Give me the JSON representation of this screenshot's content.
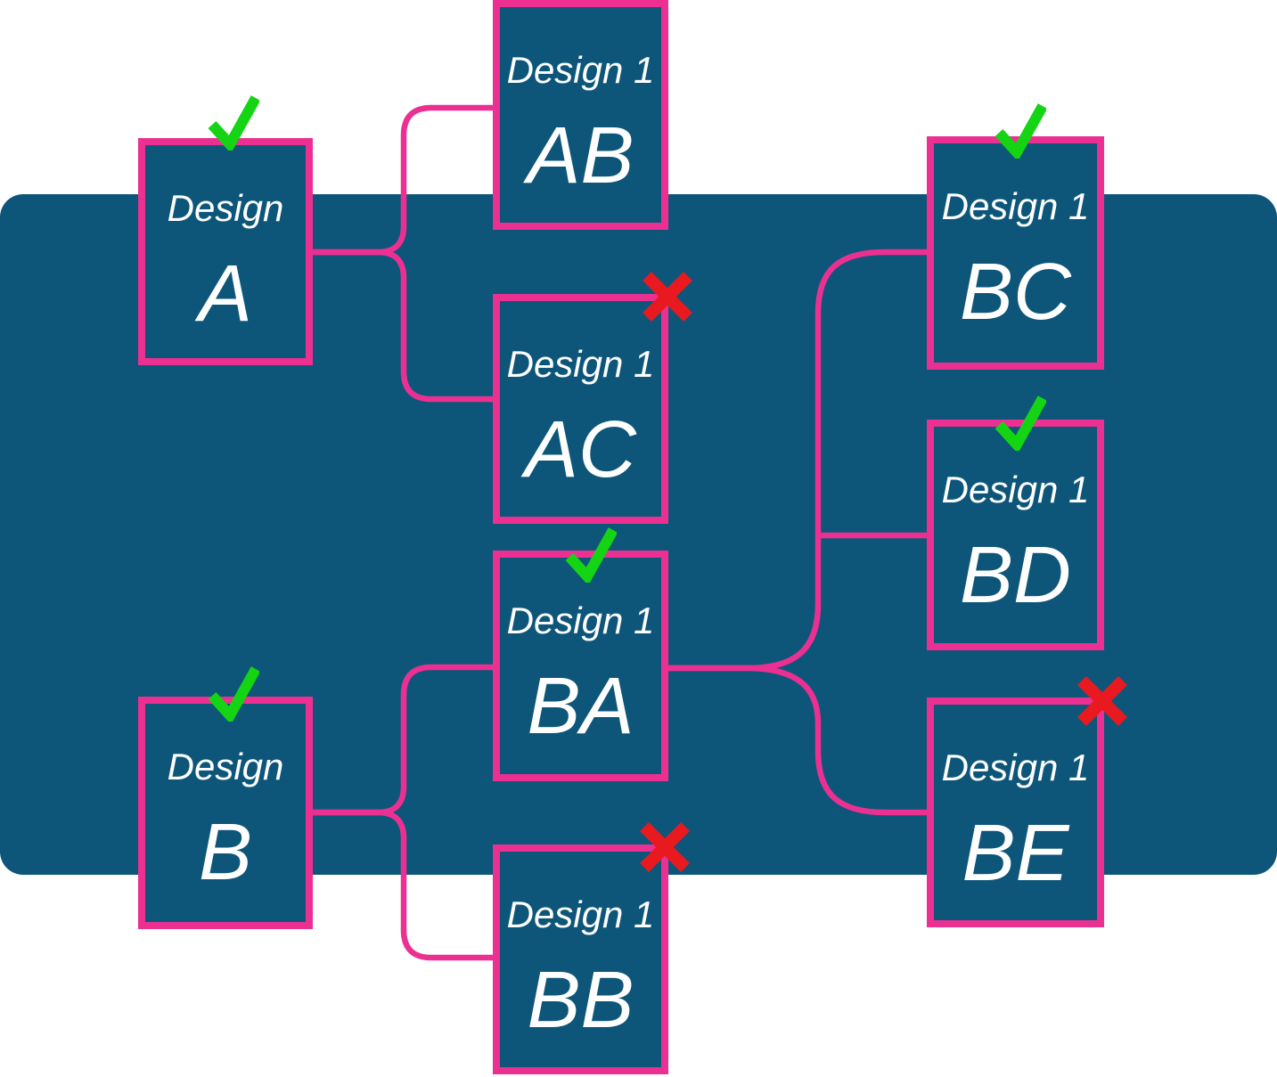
{
  "diagram": {
    "description": "design-variant tree",
    "colors": {
      "panel": "#0d567a",
      "card_fill": "#0d567a",
      "card_border": "#eb3092",
      "connector": "#eb3092",
      "check": "#14d414",
      "cross": "#e8191f",
      "text": "#ffffff",
      "page_background": "#ffffff"
    },
    "icons": {
      "pass": "check-icon",
      "fail": "cross-icon"
    }
  },
  "cards": [
    {
      "id": "A",
      "line1": "Design",
      "line2": "A",
      "status": "pass"
    },
    {
      "id": "AB",
      "line1": "Design 1",
      "line2": "AB",
      "status": "none"
    },
    {
      "id": "AC",
      "line1": "Design 1",
      "line2": "AC",
      "status": "fail"
    },
    {
      "id": "B",
      "line1": "Design",
      "line2": "B",
      "status": "pass"
    },
    {
      "id": "BA",
      "line1": "Design 1",
      "line2": "BA",
      "status": "pass"
    },
    {
      "id": "BB",
      "line1": "Design 1",
      "line2": "BB",
      "status": "fail"
    },
    {
      "id": "BC",
      "line1": "Design 1",
      "line2": "BC",
      "status": "pass"
    },
    {
      "id": "BD",
      "line1": "Design 1",
      "line2": "BD",
      "status": "pass"
    },
    {
      "id": "BE",
      "line1": "Design 1",
      "line2": "BE",
      "status": "fail"
    }
  ],
  "connections": [
    {
      "from": "A",
      "to": "AB"
    },
    {
      "from": "A",
      "to": "AC"
    },
    {
      "from": "B",
      "to": "BA"
    },
    {
      "from": "B",
      "to": "BB"
    },
    {
      "from": "BA",
      "to": "BC"
    },
    {
      "from": "BA",
      "to": "BD"
    },
    {
      "from": "BA",
      "to": "BE"
    }
  ]
}
